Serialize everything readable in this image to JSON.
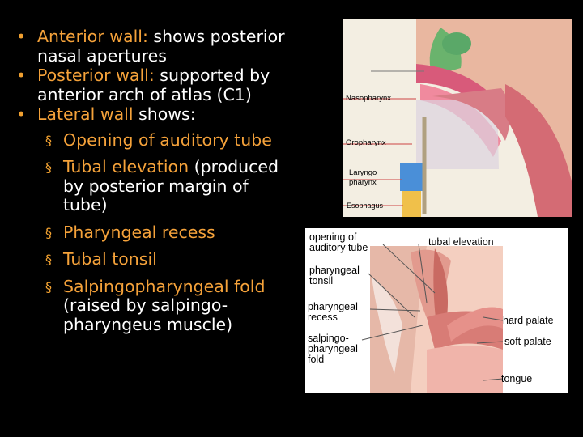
{
  "bullets": [
    {
      "term": "Anterior wall:",
      "rest": " shows posterior",
      "cont": "nasal apertures"
    },
    {
      "term": "Posterior wall:",
      "rest": " supported by",
      "cont": "anterior arch of atlas (C1)"
    },
    {
      "term": "Lateral wall",
      "rest": " shows:"
    }
  ],
  "subbullets": [
    {
      "term": "Opening of auditory tube"
    },
    {
      "term": "Tubal elevation",
      "rest": " (produced",
      "cont1": "by posterior margin of",
      "cont2": "tube)"
    },
    {
      "term": "Pharyngeal recess"
    },
    {
      "term": "Tubal tonsil"
    },
    {
      "term": "Salpingopharyngeal fold",
      "cont1": "(raised by salpingo-",
      "cont2": "pharyngeus muscle)"
    }
  ],
  "figure_top": {
    "labels": {
      "nasopharynx": "Nasopharynx",
      "oropharynx": "Oropharynx",
      "laryngo1": "Laryngo",
      "laryngo2": "pharynx",
      "esophagus": "Esophagus"
    }
  },
  "figure_bottom": {
    "labels": {
      "opening1": "opening of",
      "opening2": "auditory tube",
      "tubal_elevation": "tubal elevation",
      "phtonsil1": "pharyngeal",
      "phtonsil2": "tonsil",
      "phrecess1": "pharyngeal",
      "phrecess2": "recess",
      "hard_palate": "hard palate",
      "salp1": "salpingo-",
      "salp2": "pharyngeal",
      "salp3": "fold",
      "soft_palate": "soft palate",
      "tongue": "tongue"
    }
  },
  "colors": {
    "accent": "#f5a23a",
    "background": "#000000"
  }
}
